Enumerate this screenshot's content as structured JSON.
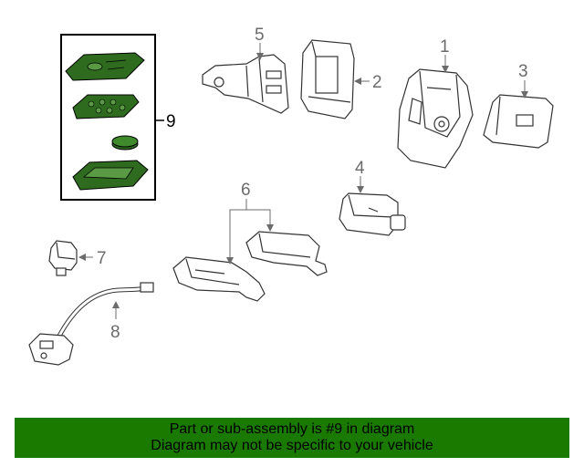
{
  "callouts": {
    "c1": "1",
    "c2": "2",
    "c3": "3",
    "c4": "4",
    "c5": "5",
    "c6": "6",
    "c7": "7",
    "c8": "8",
    "c9": "9"
  },
  "banner": {
    "line1": "Part or sub-assembly is #9 in diagram",
    "line2": "Diagram may not be specific to your vehicle"
  },
  "colors": {
    "highlight": "#2f6b1f",
    "banner": "#1a7a00",
    "line": "#6b6b6b"
  }
}
